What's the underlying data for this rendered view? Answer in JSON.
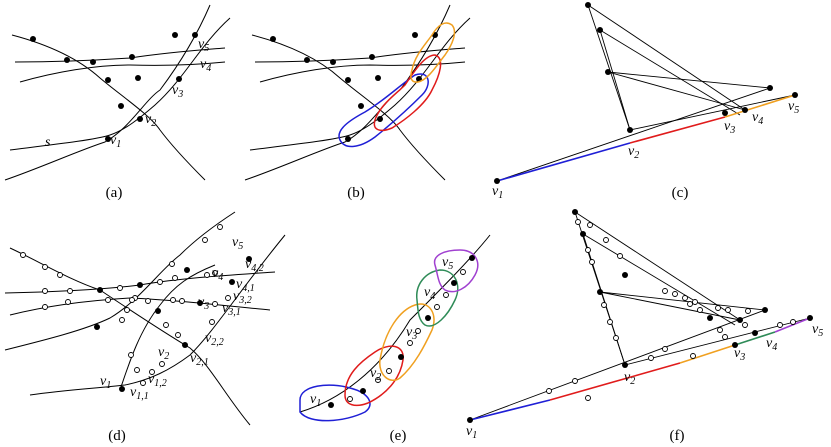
{
  "captions": [
    "(a)",
    "(b)",
    "(c)",
    "(d)",
    "(e)",
    "(f)"
  ],
  "labels": {
    "v": "v",
    "s": "s",
    "sub1": "1",
    "sub2": "2",
    "sub3": "3",
    "sub4": "4",
    "sub5": "5",
    "sub11": "1,1",
    "sub12": "1,2",
    "sub21": "2,1",
    "sub22": "2,2",
    "sub31": "3,1",
    "sub32": "3,2",
    "sub41": "4,1",
    "sub42": "4,2"
  },
  "colors": {
    "blue": "#1f1fd6",
    "red": "#e01b1b",
    "orange": "#f0a020",
    "green": "#2e8b57",
    "purple": "#a040d0"
  }
}
